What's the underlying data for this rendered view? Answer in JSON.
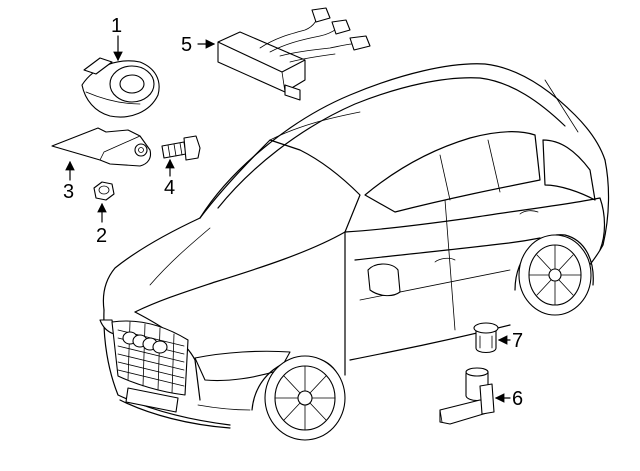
{
  "diagram": {
    "callouts": [
      {
        "id": "1",
        "text": "1"
      },
      {
        "id": "2",
        "text": "2"
      },
      {
        "id": "3",
        "text": "3"
      },
      {
        "id": "4",
        "text": "4"
      },
      {
        "id": "5",
        "text": "5"
      },
      {
        "id": "6",
        "text": "6"
      },
      {
        "id": "7",
        "text": "7"
      }
    ]
  }
}
